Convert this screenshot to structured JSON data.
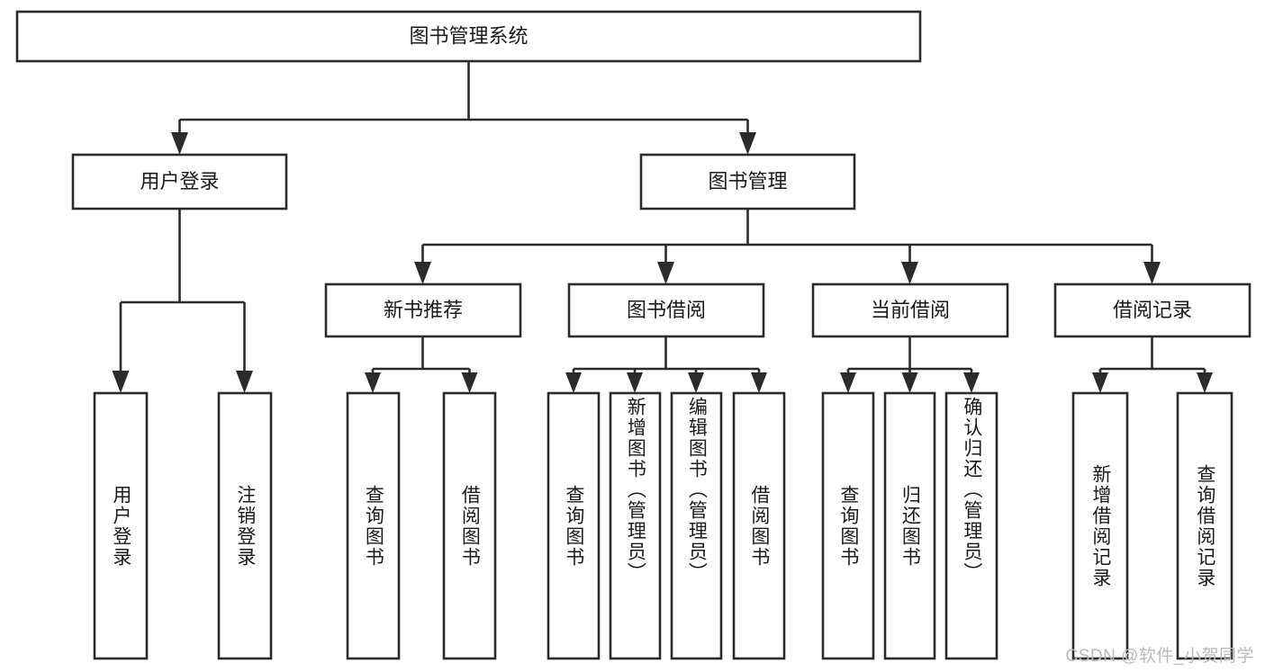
{
  "diagram": {
    "title": "图书管理系统",
    "type": "hierarchy-tree",
    "root": {
      "id": "root",
      "label": "图书管理系统",
      "orientation": "horizontal"
    },
    "level2": [
      {
        "id": "user-login",
        "label": "用户登录",
        "orientation": "horizontal"
      },
      {
        "id": "book-manage",
        "label": "图书管理",
        "orientation": "horizontal"
      }
    ],
    "level3": [
      {
        "id": "new-book-rec",
        "label": "新书推荐",
        "parent": "book-manage",
        "orientation": "horizontal"
      },
      {
        "id": "book-borrow",
        "label": "图书借阅",
        "parent": "book-manage",
        "orientation": "horizontal"
      },
      {
        "id": "current-borrow",
        "label": "当前借阅",
        "parent": "book-manage",
        "orientation": "horizontal"
      },
      {
        "id": "borrow-record",
        "label": "借阅记录",
        "parent": "book-manage",
        "orientation": "horizontal"
      }
    ],
    "leaves": [
      {
        "id": "leaf-user-login",
        "label": "用户登录",
        "parent": "user-login",
        "orientation": "vertical"
      },
      {
        "id": "leaf-user-logout",
        "label": "注销登录",
        "parent": "user-login",
        "orientation": "vertical"
      },
      {
        "id": "leaf-query-book-1",
        "label": "查询图书",
        "parent": "new-book-rec",
        "orientation": "vertical"
      },
      {
        "id": "leaf-borrow-book-1",
        "label": "借阅图书",
        "parent": "new-book-rec",
        "orientation": "vertical"
      },
      {
        "id": "leaf-query-book-2",
        "label": "查询图书",
        "parent": "book-borrow",
        "orientation": "vertical"
      },
      {
        "id": "leaf-add-book",
        "label": "新增图书（管理员）",
        "parent": "book-borrow",
        "orientation": "vertical"
      },
      {
        "id": "leaf-edit-book",
        "label": "编辑图书（管理员）",
        "parent": "book-borrow",
        "orientation": "vertical"
      },
      {
        "id": "leaf-borrow-book-2",
        "label": "借阅图书",
        "parent": "book-borrow",
        "orientation": "vertical"
      },
      {
        "id": "leaf-query-book-3",
        "label": "查询图书",
        "parent": "current-borrow",
        "orientation": "vertical"
      },
      {
        "id": "leaf-return-book",
        "label": "归还图书",
        "parent": "current-borrow",
        "orientation": "vertical"
      },
      {
        "id": "leaf-confirm-return",
        "label": "确认归还（管理员）",
        "parent": "current-borrow",
        "orientation": "vertical"
      },
      {
        "id": "leaf-add-record",
        "label": "新增借阅记录",
        "parent": "borrow-record",
        "orientation": "vertical"
      },
      {
        "id": "leaf-query-record",
        "label": "查询借阅记录",
        "parent": "borrow-record",
        "orientation": "vertical"
      }
    ],
    "colors": {
      "stroke": "#2b2b2b",
      "fill": "#ffffff",
      "text": "#1a1a1a",
      "watermark": "#b9b9b9"
    }
  },
  "watermark": {
    "text": "CSDN @软件_小贺同学"
  }
}
